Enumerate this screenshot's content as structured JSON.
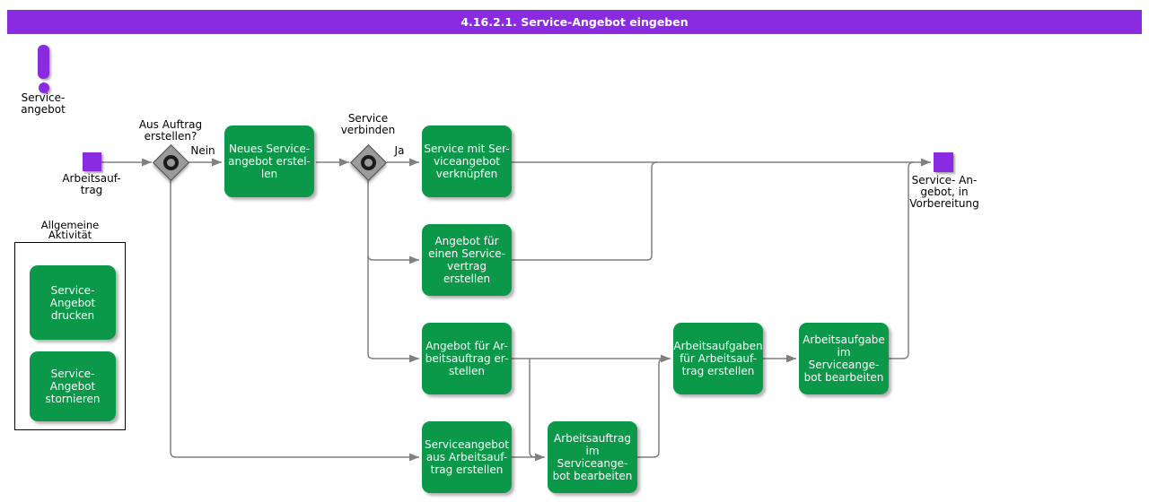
{
  "title": "4.16.2.1. Service-Angebot eingeben",
  "colors": {
    "accent_purple": "#8A2BE2",
    "task_green": "#0B9848",
    "connector_gray": "#808080"
  },
  "start_note": {
    "icon": "exclamation-icon",
    "label": "Service-\nangebot"
  },
  "input_event": {
    "label": "Arbeitsauf-\ntrag"
  },
  "output_event": {
    "label": "Service- An-\ngebot, in\nVorbereitung"
  },
  "gateways": [
    {
      "question": "Aus Auftrag\nerstellen?",
      "branch_label": "Nein"
    },
    {
      "question": "Service\nverbinden",
      "branch_label": "Ja"
    }
  ],
  "tasks": [
    {
      "label": "Neues Service-\nangebot erstel-\nlen"
    },
    {
      "label": "Service mit Ser-\nviceangebot\nverknüpfen"
    },
    {
      "label": "Angebot für\neinen Service-\nvertrag erstellen"
    },
    {
      "label": "Angebot für Ar-\nbeitsauftrag er-\nstellen"
    },
    {
      "label": "Serviceangebot\naus Arbeitsauf-\ntrag erstellen"
    },
    {
      "label": "Arbeitsauftrag\nim Serviceange-\nbot bearbeiten"
    },
    {
      "label": "Arbeitsaufgaben\nfür Arbeitsauf-\ntrag erstellen"
    },
    {
      "label": "Arbeitsaufgabe\nim Serviceange-\nbot bearbeiten"
    }
  ],
  "general_panel": {
    "title": "Allgemeine\nAktivität",
    "tasks": [
      {
        "label": "Service-Angebot\ndrucken"
      },
      {
        "label": "Service-Angebot\nstornieren"
      }
    ]
  }
}
